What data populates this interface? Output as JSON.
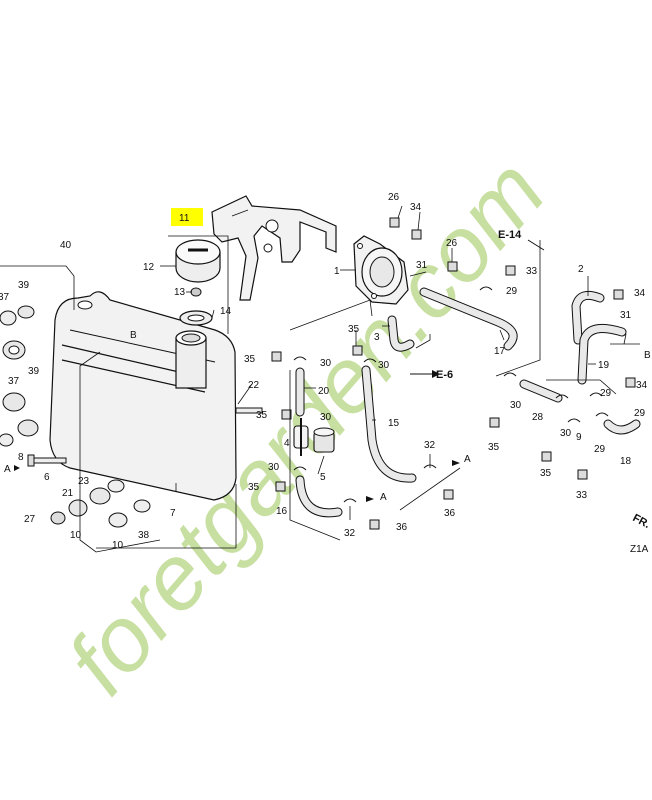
{
  "watermark": {
    "text": "foretgarden.com",
    "color_main": "#c7dfa0",
    "color_accent": "#f5c98a",
    "color_dot": "#cfc8bf"
  },
  "highlight_color": "#ffff00",
  "diagram_code": "Z1A",
  "direction_marker": "FR.",
  "refs": {
    "e14": "E-14",
    "e6": "E-6",
    "a": "A",
    "b": "B"
  },
  "callouts": {
    "c11": "11",
    "c12": "12",
    "c13": "13",
    "c14": "14",
    "c40": "40",
    "c37a": "37",
    "c39a": "39",
    "c37b": "37",
    "c39b": "39",
    "c8": "8",
    "c6": "6",
    "c23": "23",
    "c21": "21",
    "c27": "27",
    "c10a": "10",
    "c10b": "10",
    "c38": "38",
    "c7": "7",
    "c22": "22",
    "c35a": "35",
    "c35b": "35",
    "c35c": "35",
    "c35d": "35",
    "c4": "4",
    "c30a": "30",
    "c30b": "30",
    "c30c": "30",
    "c30d": "30",
    "c30e": "30",
    "c30f": "30",
    "c20": "20",
    "c5": "5",
    "c16": "16",
    "c1": "1",
    "c26a": "26",
    "c34a": "34",
    "c26b": "26",
    "c31a": "31",
    "c33a": "33",
    "c29a": "29",
    "c3": "3",
    "c17": "17",
    "c15": "15",
    "c32a": "32",
    "c32b": "32",
    "c36a": "36",
    "c36b": "36",
    "c2": "2",
    "c34b": "34",
    "c31b": "31",
    "c19": "19",
    "c29b": "29",
    "c28": "28",
    "c9": "9",
    "c29c": "29",
    "c29d": "29",
    "c18": "18",
    "c35e": "35",
    "c35f": "35",
    "c33b": "33",
    "c34c": "34"
  }
}
